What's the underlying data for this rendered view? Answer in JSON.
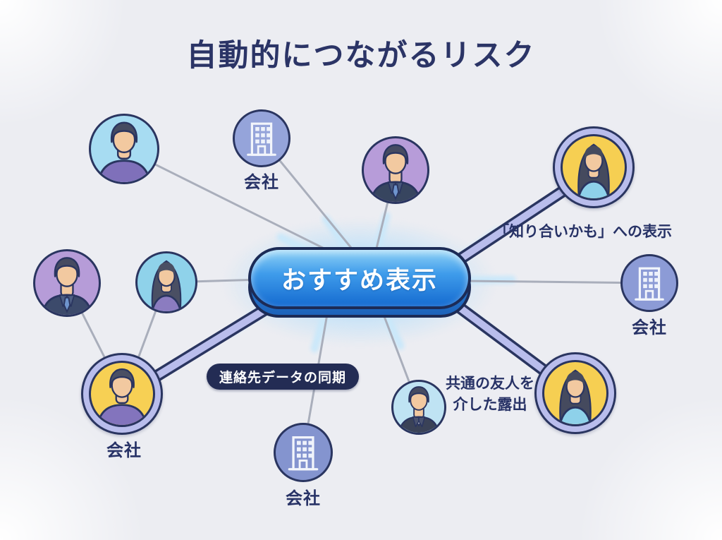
{
  "title": "自動的につながるリスク",
  "center": {
    "label": "おすすめ表示"
  },
  "annotations": {
    "known_maybe": "「知り合いかも」への表示",
    "contact_sync": "連絡先データの同期",
    "mutual_line1": "共通の友人を",
    "mutual_line2": "介した露出"
  },
  "node_labels": {
    "top_company": "会社",
    "right_company": "会社",
    "bottom_company": "会社",
    "synced_contact": "会社"
  },
  "diagram": {
    "type": "network",
    "center_node": {
      "id": "recommendation-display",
      "label": "おすすめ表示"
    },
    "nodes": [
      {
        "id": "person-top-left",
        "type": "person",
        "highlighted": false,
        "connected_to": "center"
      },
      {
        "id": "company-top",
        "type": "company",
        "label": "会社",
        "highlighted": false,
        "connected_to": "center"
      },
      {
        "id": "person-top-center",
        "type": "person",
        "highlighted": false,
        "connected_to": "center"
      },
      {
        "id": "person-top-right",
        "type": "person",
        "highlighted": true,
        "connected_to": "center",
        "annotation": "「知り合いかも」への表示"
      },
      {
        "id": "company-right",
        "type": "company",
        "label": "会社",
        "highlighted": false,
        "connected_to": "center"
      },
      {
        "id": "person-mid-left",
        "type": "person",
        "highlighted": false,
        "connected_to": "person-bottom-left"
      },
      {
        "id": "person-mid-inner",
        "type": "person",
        "highlighted": false,
        "connected_to": "center"
      },
      {
        "id": "person-bottom-left",
        "type": "person",
        "label": "会社",
        "highlighted": true,
        "connected_to": "center",
        "annotation": "連絡先データの同期"
      },
      {
        "id": "company-bottom",
        "type": "company",
        "label": "会社",
        "highlighted": false,
        "connected_to": "center"
      },
      {
        "id": "person-bottom-center",
        "type": "person",
        "highlighted": false,
        "connected_to": "center",
        "annotation": "共通の友人を介した露出"
      },
      {
        "id": "person-bottom-right",
        "type": "person",
        "highlighted": true,
        "connected_to": "center"
      }
    ]
  },
  "colors": {
    "background": "#ecedf2",
    "navy_text": "#2b3466",
    "outline_navy": "#2a3560",
    "pill_blue_top": "#8fd2f6",
    "pill_blue_bottom": "#156bd0",
    "glow_blue": "#c9e8fa",
    "highlight_ring": "#b9bdec",
    "line_gray": "#a9aebb",
    "label_pill_bg": "#232c54",
    "avatar_yellow": "#f6cf52",
    "avatar_purple": "#b69cd8",
    "avatar_sky": "#a7dcf2",
    "company_periwinkle": "#8c9bd6"
  }
}
